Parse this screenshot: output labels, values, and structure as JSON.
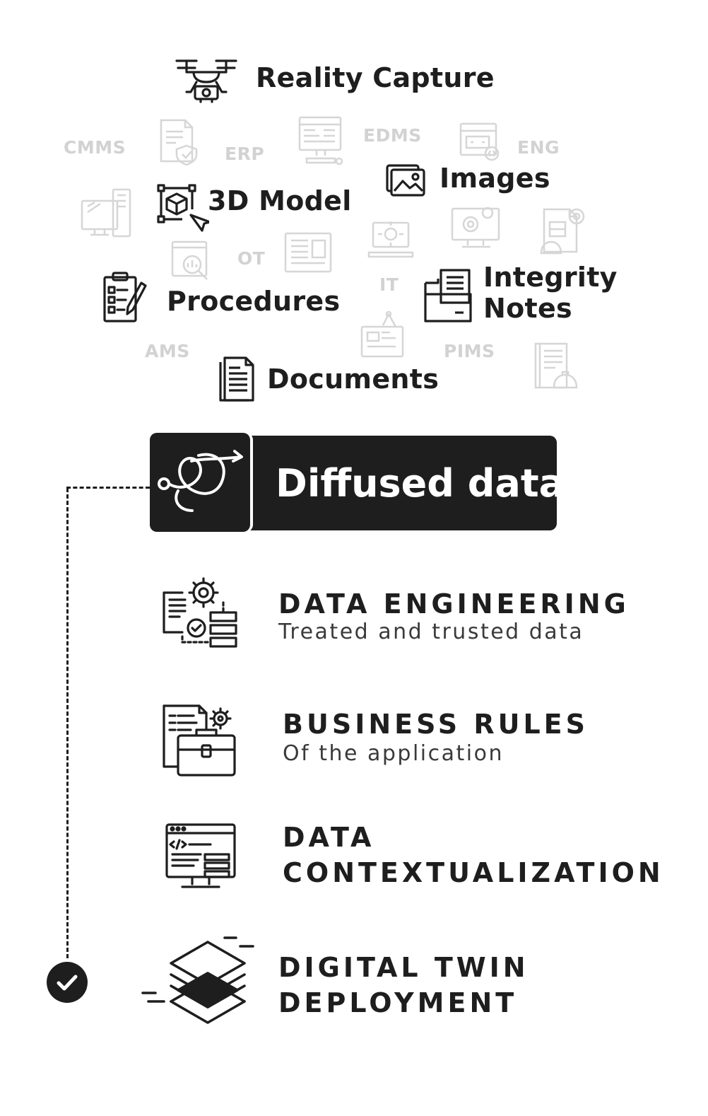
{
  "sources": {
    "reality_capture": "Reality Capture",
    "images": "Images",
    "model_3d": "3D Model",
    "procedures": "Procedures",
    "integrity_notes_line1": "Integrity",
    "integrity_notes_line2": "Notes",
    "documents": "Documents"
  },
  "systems": {
    "cmms": "CMMS",
    "erp": "ERP",
    "edms": "EDMS",
    "eng": "ENG",
    "ot": "OT",
    "it": "IT",
    "ams": "AMS",
    "pims": "PIMS"
  },
  "badge": {
    "label": "Diffused data"
  },
  "steps": [
    {
      "title": "DATA ENGINEERING",
      "subtitle": "Treated and trusted data"
    },
    {
      "title": "BUSINESS RULES",
      "subtitle": "Of the application"
    },
    {
      "title_line1": "DATA",
      "title_line2": "CONTEXTUALIZATION"
    },
    {
      "title_line1": "DIGITAL TWIN",
      "title_line2": "DEPLOYMENT"
    }
  ],
  "colors": {
    "dark": "#1e1e1e",
    "faint": "#d2d2d2",
    "background": "#ffffff"
  }
}
